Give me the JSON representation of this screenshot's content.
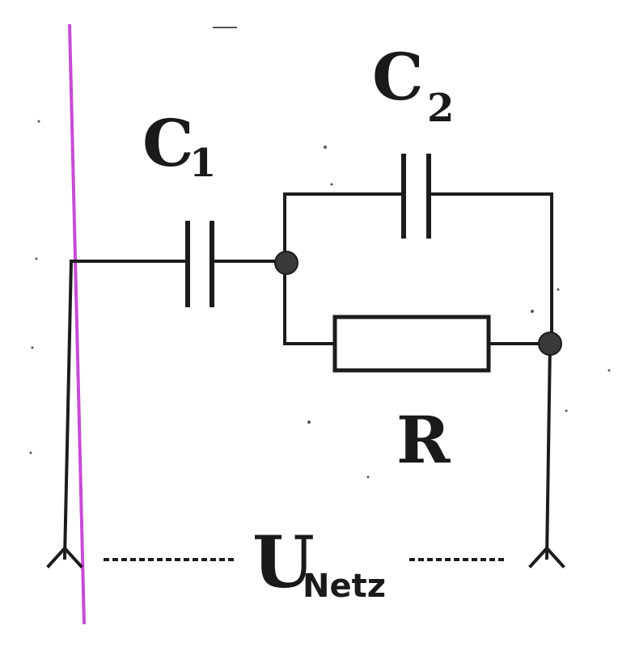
{
  "labels": {
    "c1": {
      "main": "C",
      "sub": "1"
    },
    "c2": {
      "main": "C",
      "sub": "2"
    },
    "r": {
      "main": "R"
    },
    "voltage": {
      "main": "U",
      "sub": "Netz"
    }
  },
  "colors": {
    "ink": "#1c1c1c",
    "margin_line": "#c84bd6",
    "node_fill": "#3a3a3a"
  }
}
